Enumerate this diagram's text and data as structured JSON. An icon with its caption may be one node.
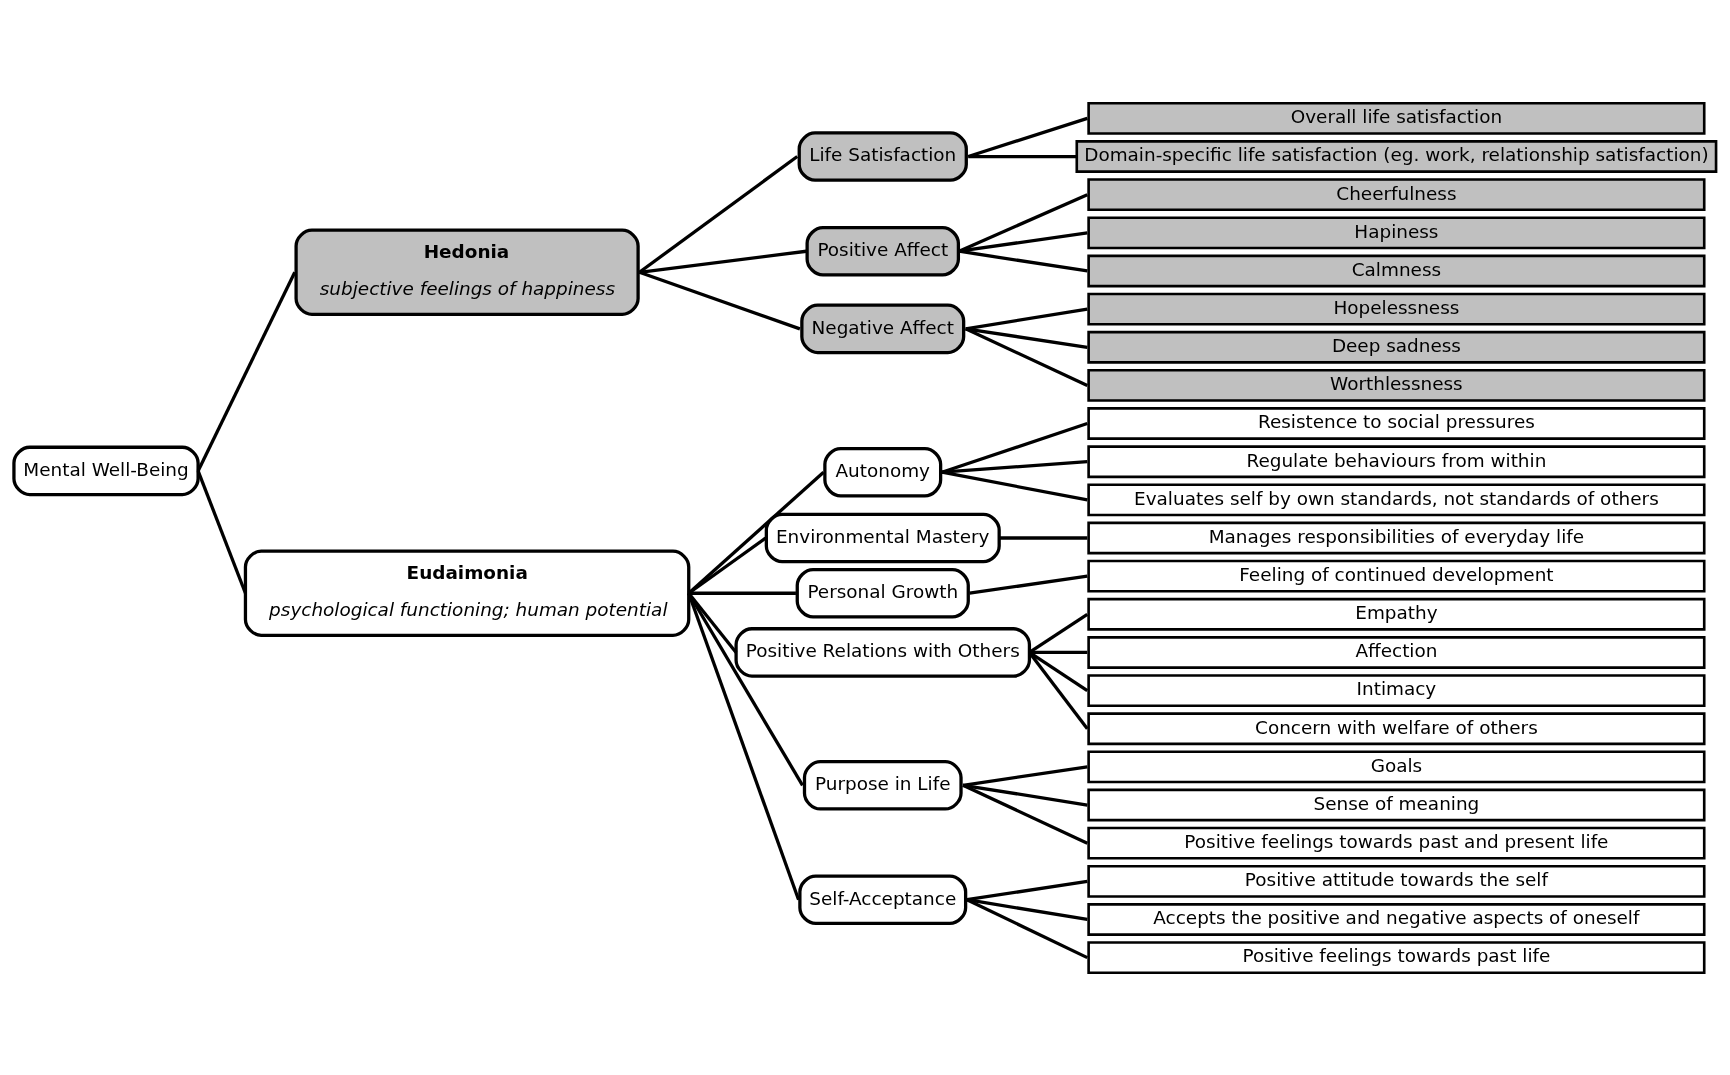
{
  "diagram": {
    "nodes": [
      {
        "text": [
          "Mental Well-Being"
        ]
      },
      {
        "text": [
          "Hedonia",
          "subjective feelings of happiness"
        ]
      },
      {
        "text": [
          "Life Satisfaction"
        ]
      },
      {
        "text": [
          "Overall life satisfaction"
        ]
      },
      {
        "text": [
          "Domain-specific life satisfaction (eg. work, relationship satisfaction)"
        ]
      },
      {
        "text": [
          "Positive Affect"
        ]
      },
      {
        "text": [
          "Cheerfulness"
        ]
      },
      {
        "text": [
          "Hapiness"
        ]
      },
      {
        "text": [
          "Calmness"
        ]
      },
      {
        "text": [
          "Negative Affect"
        ]
      },
      {
        "text": [
          "Hopelessness"
        ]
      },
      {
        "text": [
          "Deep sadness"
        ]
      },
      {
        "text": [
          "Worthlessness"
        ]
      },
      {
        "text": [
          "Eudaimonia",
          "psychological functioning; human potential"
        ]
      },
      {
        "text": [
          "Autonomy"
        ]
      },
      {
        "text": [
          "Resistence to social pressures"
        ]
      },
      {
        "text": [
          "Regulate behaviours from within"
        ]
      },
      {
        "text": [
          "Evaluates self by own standards, not standards of others"
        ]
      },
      {
        "text": [
          "Environmental Mastery"
        ]
      },
      {
        "text": [
          "Manages responsibilities of everyday life"
        ]
      },
      {
        "text": [
          "Personal Growth"
        ]
      },
      {
        "text": [
          "Feeling of continued development"
        ]
      },
      {
        "text": [
          "Positive Relations with Others"
        ]
      },
      {
        "text": [
          "Empathy"
        ]
      },
      {
        "text": [
          "Affection"
        ]
      },
      {
        "text": [
          "Intimacy"
        ]
      },
      {
        "text": [
          "Concern with welfare of others"
        ]
      },
      {
        "text": [
          "Purpose in Life"
        ]
      },
      {
        "text": [
          "Goals"
        ]
      },
      {
        "text": [
          "Sense of meaning"
        ]
      },
      {
        "text": [
          "Positive feelings towards past and present life"
        ]
      },
      {
        "text": [
          "Self-Acceptance"
        ]
      },
      {
        "text": [
          "Positive attitude towards the self"
        ]
      },
      {
        "text": [
          "Accepts the positive and negative aspects of oneself"
        ]
      },
      {
        "text": [
          "Positive feelings towards past life"
        ]
      }
    ],
    "edges": [
      {
        "from": 0,
        "to": 1,
        "arrow": "none"
      },
      {
        "from": 0,
        "to": 13,
        "arrow": "none"
      },
      {
        "from": 1,
        "to": 2,
        "arrow": "none"
      },
      {
        "from": 1,
        "to": 5,
        "arrow": "none"
      },
      {
        "from": 1,
        "to": 9,
        "arrow": "none"
      },
      {
        "from": 2,
        "to": 3,
        "arrow": "none"
      },
      {
        "from": 2,
        "to": 4,
        "arrow": "none"
      },
      {
        "from": 5,
        "to": 6,
        "arrow": "none"
      },
      {
        "from": 5,
        "to": 7,
        "arrow": "none"
      },
      {
        "from": 5,
        "to": 8,
        "arrow": "none"
      },
      {
        "from": 9,
        "to": 10,
        "arrow": "none"
      },
      {
        "from": 9,
        "to": 11,
        "arrow": "none"
      },
      {
        "from": 9,
        "to": 12,
        "arrow": "none"
      },
      {
        "from": 13,
        "to": 14,
        "arrow": "none"
      },
      {
        "from": 13,
        "to": 18,
        "arrow": "none"
      },
      {
        "from": 13,
        "to": 20,
        "arrow": "none"
      },
      {
        "from": 13,
        "to": 22,
        "arrow": "none"
      },
      {
        "from": 13,
        "to": 27,
        "arrow": "none"
      },
      {
        "from": 13,
        "to": 31,
        "arrow": "none"
      },
      {
        "from": 14,
        "to": 15,
        "arrow": "none"
      },
      {
        "from": 14,
        "to": 16,
        "arrow": "none"
      },
      {
        "from": 14,
        "to": 17,
        "arrow": "none"
      },
      {
        "from": 18,
        "to": 19,
        "arrow": "none"
      },
      {
        "from": 20,
        "to": 21,
        "arrow": "none"
      },
      {
        "from": 22,
        "to": 23,
        "arrow": "none"
      },
      {
        "from": 22,
        "to": 24,
        "arrow": "none"
      },
      {
        "from": 22,
        "to": 25,
        "arrow": "none"
      },
      {
        "from": 22,
        "to": 26,
        "arrow": "none"
      },
      {
        "from": 27,
        "to": 28,
        "arrow": "none"
      },
      {
        "from": 27,
        "to": 29,
        "arrow": "none"
      },
      {
        "from": 27,
        "to": 30,
        "arrow": "none"
      },
      {
        "from": 31,
        "to": 32,
        "arrow": "none"
      },
      {
        "from": 31,
        "to": 33,
        "arrow": "none"
      },
      {
        "from": 31,
        "to": 34,
        "arrow": "none"
      }
    ]
  }
}
